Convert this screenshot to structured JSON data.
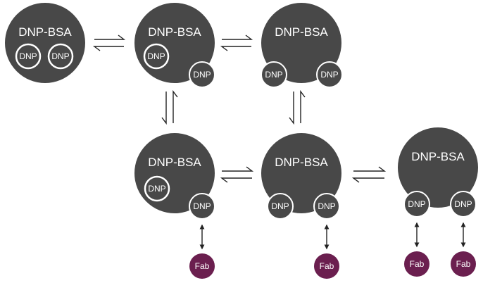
{
  "labels": {
    "protein": "DNP-BSA",
    "hapten": "DNP",
    "antibody": "Fab"
  },
  "colors": {
    "protein": "#484848",
    "fab": "#6b1f4f",
    "ring": "#ffffff",
    "background": "#ffffff",
    "arrows": "#222222"
  }
}
